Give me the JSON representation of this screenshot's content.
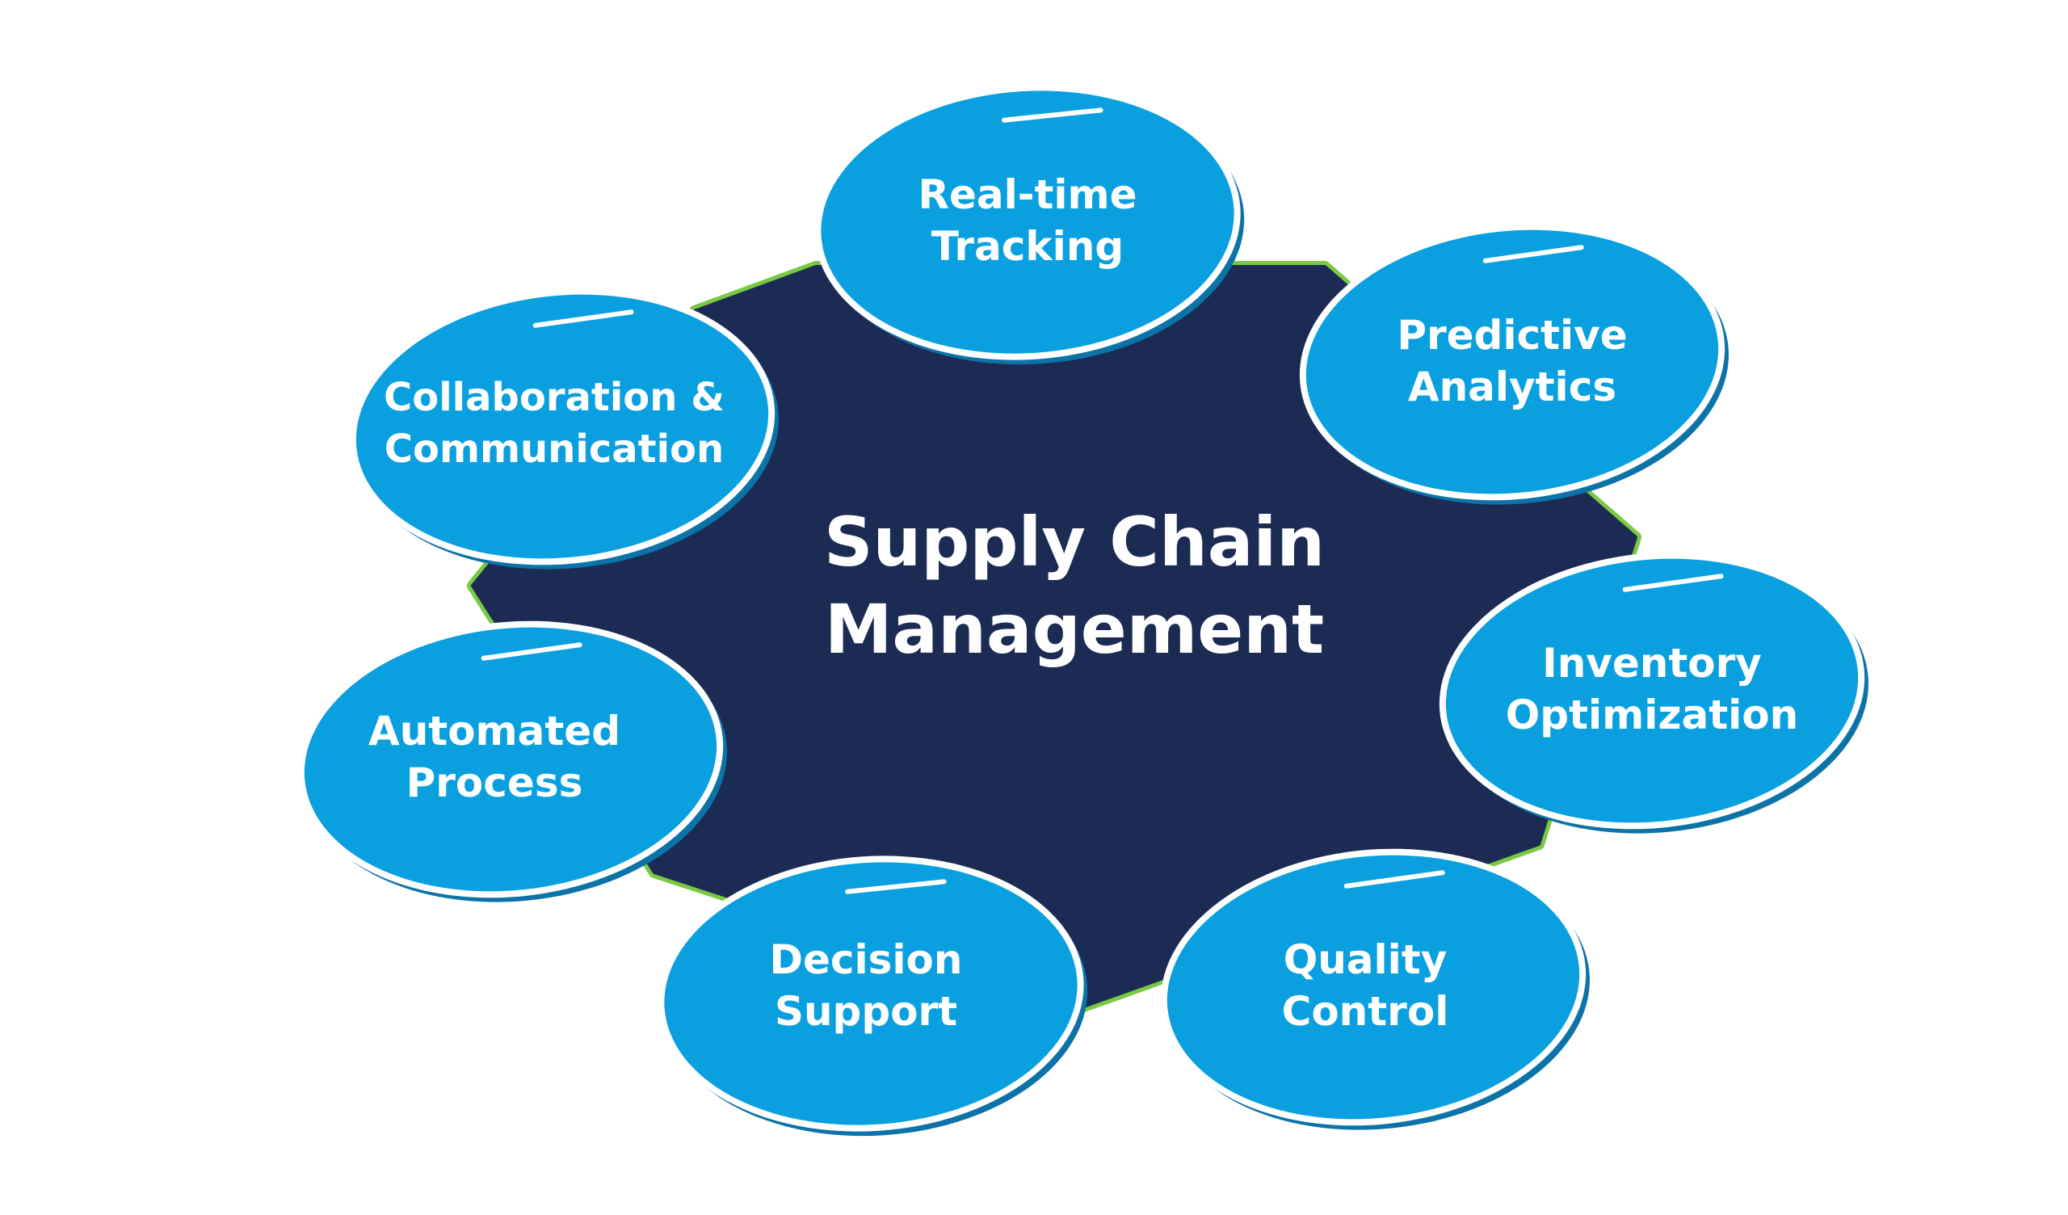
{
  "center": {
    "line1": "Supply Chain",
    "line2": "Management"
  },
  "nodes": [
    {
      "line1": "Real-time",
      "line2": "Tracking"
    },
    {
      "line1": "Predictive",
      "line2": "Analytics"
    },
    {
      "line1": "Inventory",
      "line2": "Optimization"
    },
    {
      "line1": "Quality",
      "line2": "Control"
    },
    {
      "line1": "Decision",
      "line2": "Support"
    },
    {
      "line1": "Automated",
      "line2": "Process"
    },
    {
      "line1": "Collaboration &",
      "line2": "Communication"
    }
  ],
  "colors": {
    "center_fill": "#1b2b54",
    "center_outline": "#7ac943",
    "node_fill": "#0aa0e0",
    "node_shadow": "#0b73a8",
    "node_outline": "#ffffff",
    "text": "#ffffff"
  }
}
